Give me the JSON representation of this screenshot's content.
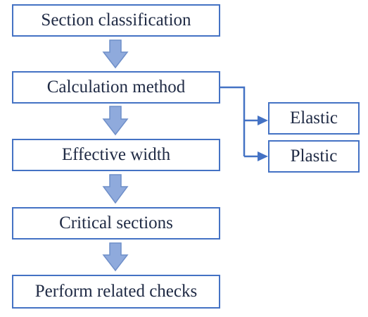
{
  "diagram": {
    "main_steps": [
      {
        "label": "Section classification"
      },
      {
        "label": "Calculation method"
      },
      {
        "label": "Effective width"
      },
      {
        "label": "Critical sections"
      },
      {
        "label": "Perform related checks"
      }
    ],
    "method_options": [
      {
        "label": "Elastic"
      },
      {
        "label": "Plastic"
      }
    ],
    "colors": {
      "border": "#4472C4",
      "arrow_fill": "#8FAADC",
      "arrow_stroke": "#6F8FC9",
      "text": "#1F2A44"
    }
  }
}
